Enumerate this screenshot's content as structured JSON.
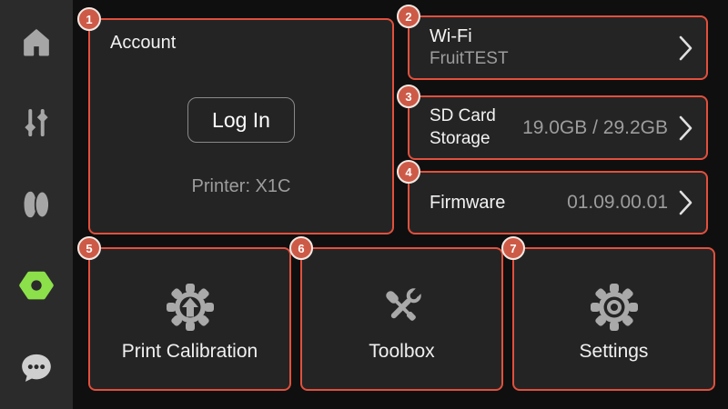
{
  "colors": {
    "background": "#0f0f0f",
    "sidebar": "#2b2b2b",
    "card_background": "#242424",
    "annotation_border": "#e2503d",
    "annotation_badge": "#cd5a47",
    "active_nav": "#8ce04a",
    "icon_gray": "#a6a6a6",
    "text_primary": "#f2f2f2",
    "text_secondary": "#9d9d9d"
  },
  "sidebar": {
    "items": [
      {
        "name": "home",
        "icon": "home-icon",
        "active": false
      },
      {
        "name": "adjust",
        "icon": "sliders-icon",
        "active": false
      },
      {
        "name": "filament",
        "icon": "filament-spool-icon",
        "active": false
      },
      {
        "name": "utilities",
        "icon": "hex-nut-icon",
        "active": true
      },
      {
        "name": "messages",
        "icon": "chat-bubble-icon",
        "active": false
      }
    ]
  },
  "cards": {
    "account": {
      "annotation": "1",
      "title": "Account",
      "login_button": "Log In",
      "printer": "Printer: X1C"
    },
    "wifi": {
      "annotation": "2",
      "title": "Wi-Fi",
      "network": "FruitTEST"
    },
    "sd_card": {
      "annotation": "3",
      "title": "SD Card Storage",
      "usage": "19.0GB / 29.2GB"
    },
    "firmware": {
      "annotation": "4",
      "title": "Firmware",
      "version": "01.09.00.01"
    },
    "print_calibration": {
      "annotation": "5",
      "label": "Print Calibration"
    },
    "toolbox": {
      "annotation": "6",
      "label": "Toolbox"
    },
    "settings": {
      "annotation": "7",
      "label": "Settings"
    }
  }
}
